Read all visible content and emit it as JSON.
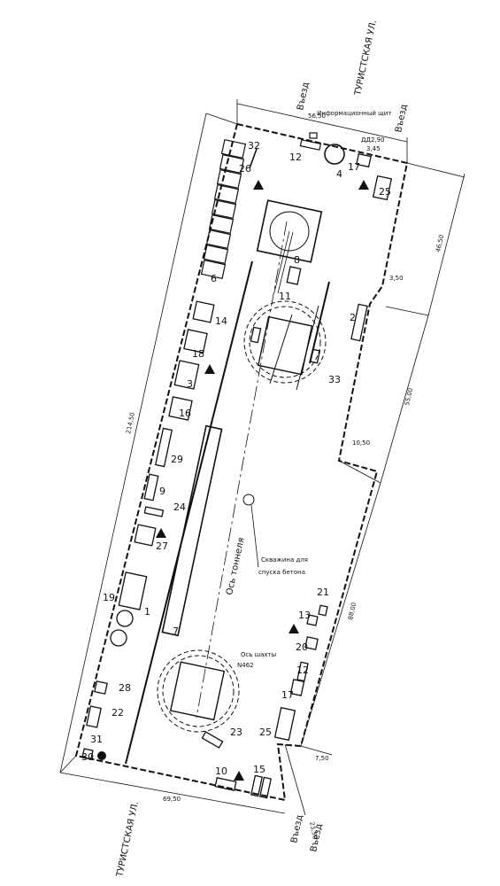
{
  "labels": {
    "street_top": "ТУРИСТСКАЯ УЛ.",
    "street_bottom": "ТУРИСТСКАЯ УЛ.",
    "entry_label": "Въезд",
    "info_board": "Информационный щит",
    "tunnel_axis": "Ось тоннеля",
    "shaft_axis": "Ось шахты",
    "shaft_number": "N462",
    "borehole_line1": "Скважина для",
    "borehole_line2": "спуска бетона",
    "dd_marker": "ДД2,90",
    "dd_sub": "3,45"
  },
  "dimensions": {
    "top_width": "56,50",
    "bottom_width": "69,50",
    "left_length": "214,50",
    "right_upper": "46,50",
    "right_notch": "3,50",
    "right_mid": "55,00",
    "right_step": "10,50",
    "right_lower": "88,00",
    "right_bottom": "7,50",
    "bottom_entry": "23,50"
  },
  "markers": [
    "32",
    "26",
    "6",
    "14",
    "18",
    "3",
    "16",
    "29",
    "9",
    "24",
    "27",
    "19",
    "1",
    "28",
    "22",
    "31",
    "30",
    "10",
    "15",
    "23",
    "25",
    "17",
    "12",
    "20",
    "13",
    "21",
    "7",
    "33",
    "11",
    "8",
    "2",
    "4",
    "17",
    "12",
    "25"
  ]
}
